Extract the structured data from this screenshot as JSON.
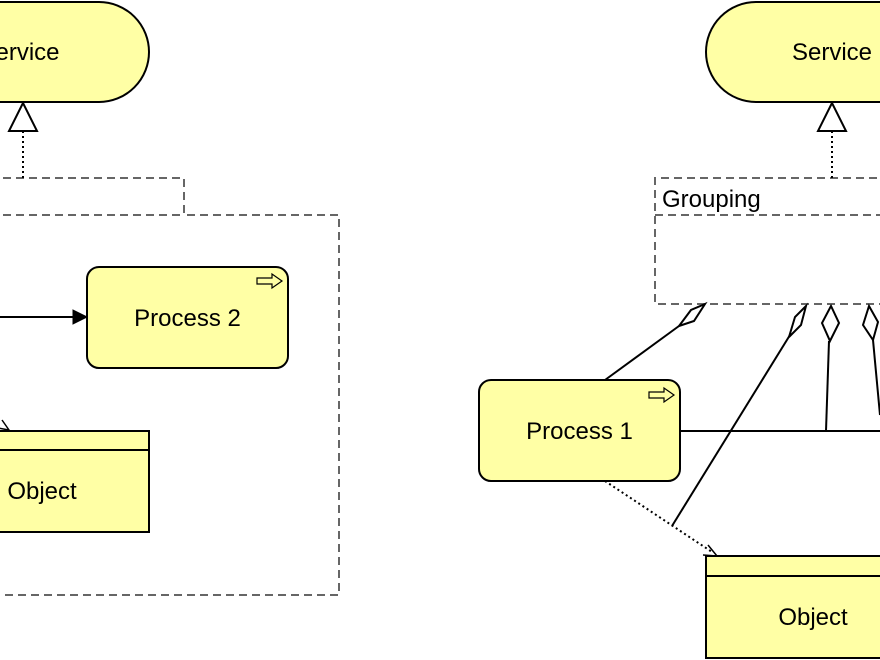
{
  "diagram": {
    "colors": {
      "element_fill": "#ffffa5",
      "stroke": "#000000",
      "group_stroke": "#666666",
      "background": "#ffffff"
    },
    "left": {
      "service": {
        "label": "Service"
      },
      "process2": {
        "label": "Process 2",
        "icon": "process-arrow-icon"
      },
      "object": {
        "label": "Object"
      }
    },
    "right": {
      "service": {
        "label": "Service"
      },
      "grouping": {
        "label": "Grouping"
      },
      "process1": {
        "label": "Process 1",
        "icon": "process-arrow-icon"
      },
      "object": {
        "label": "Object"
      }
    }
  }
}
